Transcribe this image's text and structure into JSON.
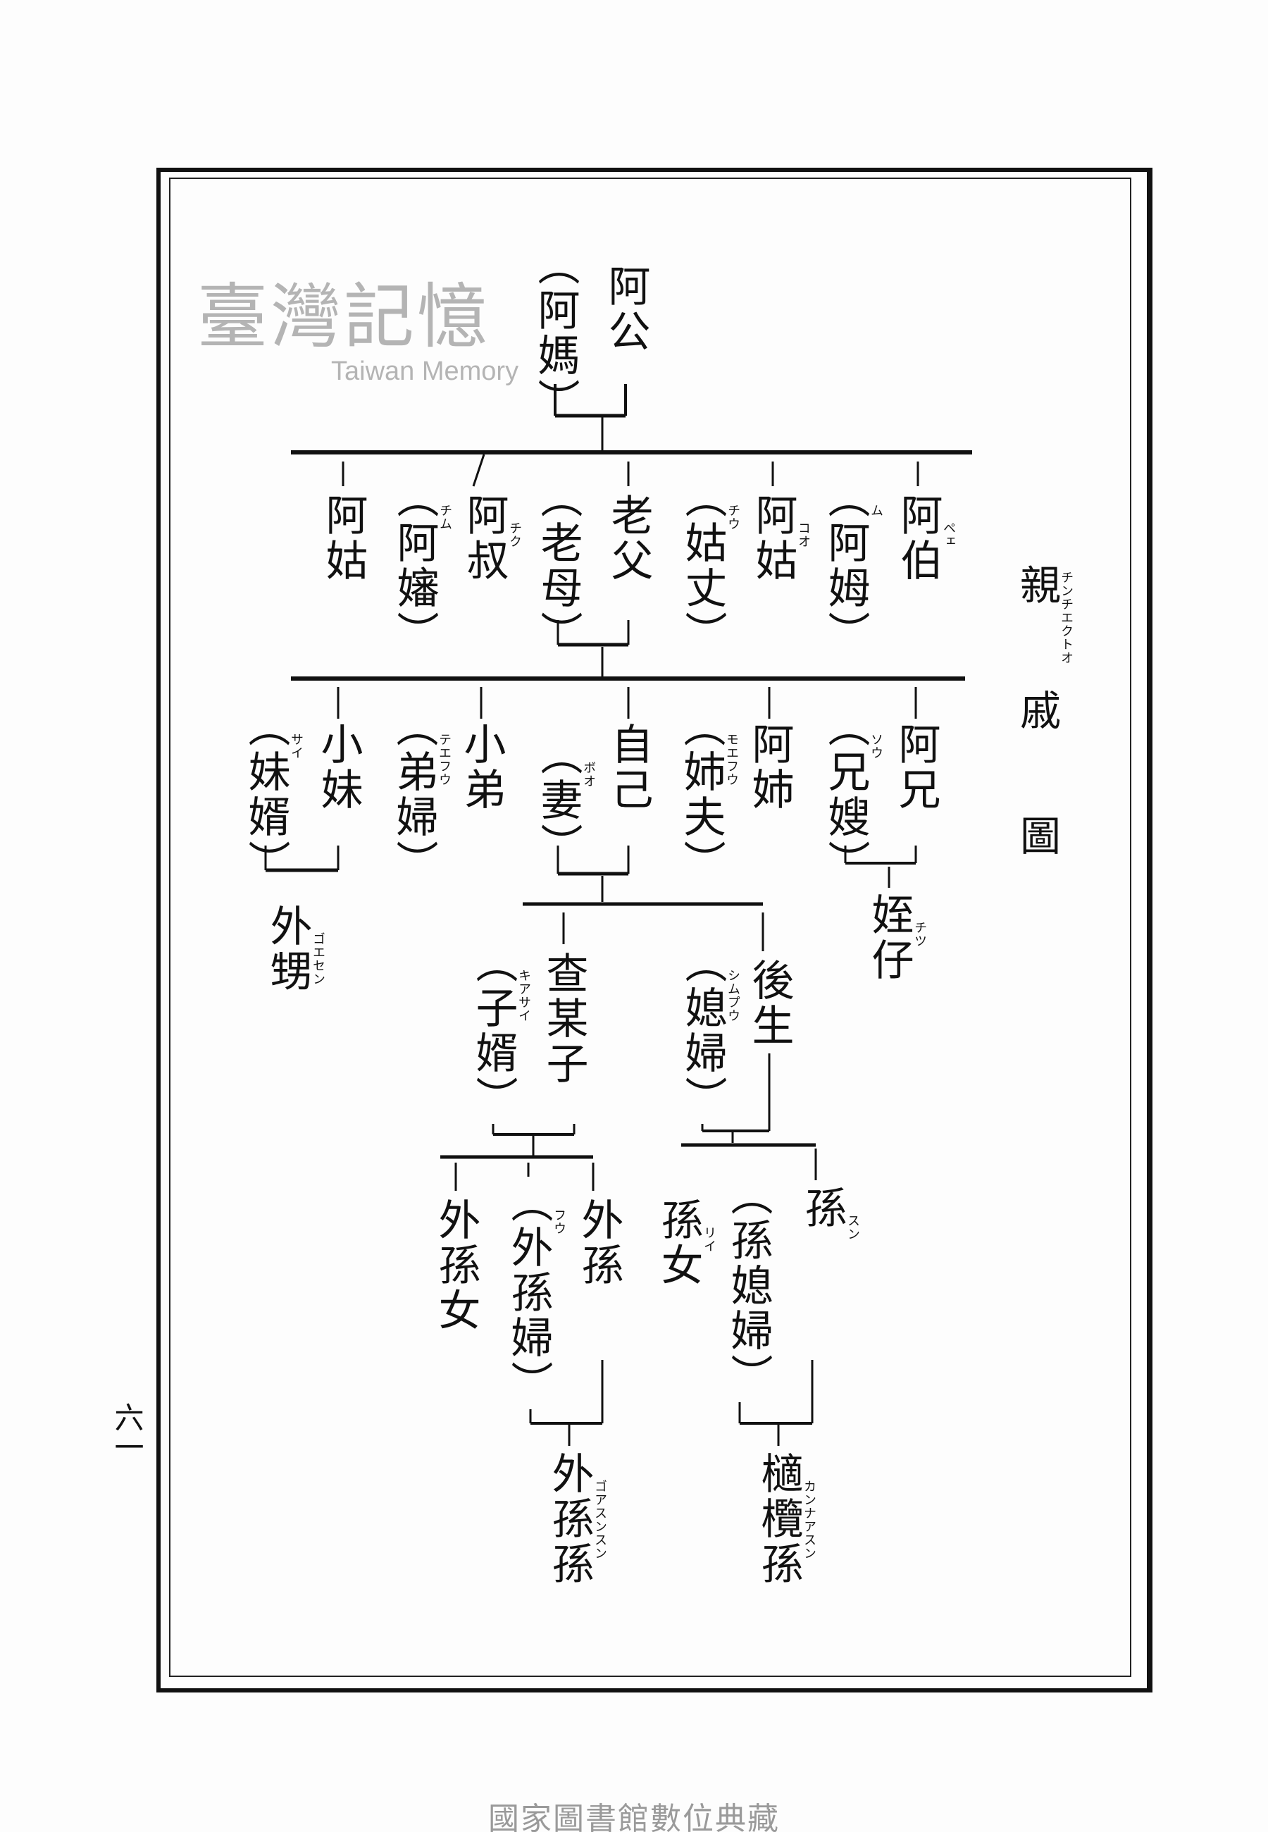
{
  "title": {
    "text": "親戚圖",
    "kana": "チンチエクトオ"
  },
  "page_number": "六一",
  "footer": "國家圖書館數位典藏",
  "watermark": {
    "zh": "臺灣記憶",
    "en": "Taiwan Memory"
  },
  "nodes": {
    "a_kong": {
      "text": "阿公",
      "kana": ""
    },
    "a_ma": {
      "text": "（阿媽）",
      "kana": ""
    },
    "a_peh": {
      "text": "阿伯",
      "kana": "ペェ"
    },
    "a_m": {
      "text": "（阿姆）",
      "kana": "ム"
    },
    "a_ko_r": {
      "text": "阿姑",
      "kana": "コオ"
    },
    "ko_tiunn": {
      "text": "（姑丈）",
      "kana": "チウ"
    },
    "lau_pe": {
      "text": "老父",
      "kana": ""
    },
    "lau_bu": {
      "text": "（老母）",
      "kana": ""
    },
    "a_tsek": {
      "text": "阿叔",
      "kana": "チク"
    },
    "a_tsim": {
      "text": "（阿嬸）",
      "kana": "チム"
    },
    "a_ko_l": {
      "text": "阿姑",
      "kana": ""
    },
    "a_hiann": {
      "text": "阿兄",
      "kana": ""
    },
    "hiann_so": {
      "text": "（兄嫂）",
      "kana": "ソウ"
    },
    "a_tsi": {
      "text": "阿姉",
      "kana": ""
    },
    "tsi_hu": {
      "text": "（姉夫）",
      "kana": "モエフウ"
    },
    "ka_ki": {
      "text": "自己",
      "kana": ""
    },
    "bo": {
      "text": "（妻）",
      "kana": "ボオ"
    },
    "sio_ti": {
      "text": "小弟",
      "kana": ""
    },
    "ti_hu": {
      "text": "（弟婦）",
      "kana": "テエフウ"
    },
    "sio_be": {
      "text": "小妹",
      "kana": ""
    },
    "be_sai": {
      "text": "（妹婿）",
      "kana": "サイ"
    },
    "gue_sing": {
      "text": "外甥",
      "kana": "ゴエセン"
    },
    "tit_a": {
      "text": "姪仔",
      "kana": "チツ"
    },
    "tsa_boo_kiann": {
      "text": "查某子",
      "kana": ""
    },
    "kiann_sai": {
      "text": "（子婿）",
      "kana": "キアサイ"
    },
    "au_senn": {
      "text": "後生",
      "kana": ""
    },
    "sim_pu": {
      "text": "（媳婦）",
      "kana": "シムプウ"
    },
    "gua_sun": {
      "text": "外孫",
      "kana": ""
    },
    "gua_sun_hu": {
      "text": "（外孫婦）",
      "kana": "フウ"
    },
    "gua_sun_li": {
      "text": "外孫女",
      "kana": ""
    },
    "sun": {
      "text": "孫",
      "kana": "スン"
    },
    "sun_sim_pu": {
      "text": "（孫媳婦）",
      "kana": ""
    },
    "sun_li": {
      "text": "孫女",
      "kana": "リイ"
    },
    "gua_sun_sun": {
      "text": "外孫孫",
      "kana": "ゴアスンスン"
    },
    "kan_na_sun": {
      "text": "㰅欖孫",
      "kana": "カンナアスン"
    }
  }
}
